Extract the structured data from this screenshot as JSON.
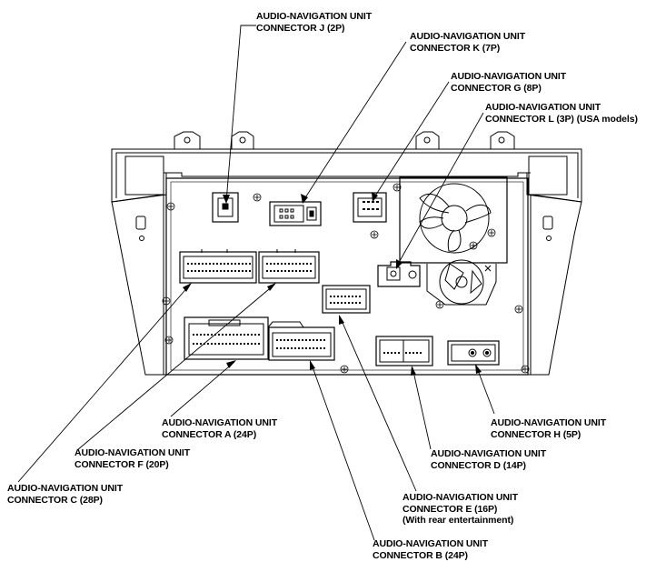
{
  "labels": {
    "J": {
      "line1": "AUDIO-NAVIGATION UNIT",
      "line2": "CONNECTOR J (2P)"
    },
    "K": {
      "line1": "AUDIO-NAVIGATION UNIT",
      "line2": "CONNECTOR K (7P)"
    },
    "G": {
      "line1": "AUDIO-NAVIGATION UNIT",
      "line2": "CONNECTOR G (8P)"
    },
    "L": {
      "line1": "AUDIO-NAVIGATION UNIT",
      "line2": "CONNECTOR L (3P) (USA models)"
    },
    "A": {
      "line1": "AUDIO-NAVIGATION UNIT",
      "line2": "CONNECTOR A (24P)"
    },
    "F": {
      "line1": "AUDIO-NAVIGATION UNIT",
      "line2": "CONNECTOR F (20P)"
    },
    "C": {
      "line1": "AUDIO-NAVIGATION UNIT",
      "line2": "CONNECTOR C (28P)"
    },
    "E": {
      "line1": "AUDIO-NAVIGATION UNIT",
      "line2": "CONNECTOR E (16P)",
      "line3": "(With rear entertainment)"
    },
    "B": {
      "line1": "AUDIO-NAVIGATION UNIT",
      "line2": "CONNECTOR B (24P)"
    },
    "D": {
      "line1": "AUDIO-NAVIGATION UNIT",
      "line2": "CONNECTOR D (14P)"
    },
    "H": {
      "line1": "AUDIO-NAVIGATION UNIT",
      "line2": "CONNECTOR H (5P)"
    }
  }
}
